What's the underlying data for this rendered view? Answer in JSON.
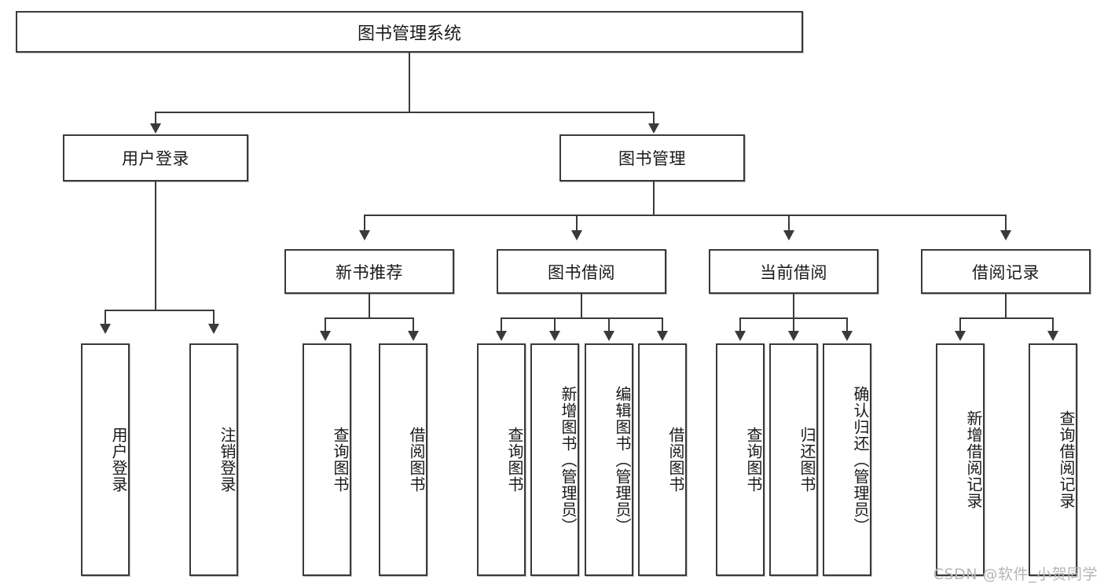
{
  "diagram": {
    "type": "tree-hierarchy-chart",
    "title": "图书管理系统",
    "watermark": "CSDN @软件_小贺同学",
    "colors": {
      "stroke": "#3a3a3a",
      "fill": "#ffffff",
      "text": "#1a1a1a",
      "watermark": "#b6b6b6"
    },
    "root": {
      "label": "图书管理系统"
    },
    "level2": [
      {
        "label": "用户登录"
      },
      {
        "label": "图书管理"
      }
    ],
    "level3": [
      {
        "label": "新书推荐"
      },
      {
        "label": "图书借阅"
      },
      {
        "label": "当前借阅"
      },
      {
        "label": "借阅记录"
      }
    ],
    "leaves": {
      "user_login": [
        {
          "label": "用户登录"
        },
        {
          "label": "注销登录"
        }
      ],
      "new_book_recommend": [
        {
          "label": "查询图书"
        },
        {
          "label": "借阅图书"
        }
      ],
      "book_borrow": [
        {
          "label": "查询图书"
        },
        {
          "label": "新增图书（管理员）"
        },
        {
          "label": "编辑图书（管理员）"
        },
        {
          "label": "借阅图书"
        }
      ],
      "current_borrow": [
        {
          "label": "查询图书"
        },
        {
          "label": "归还图书"
        },
        {
          "label": "确认归还（管理员）"
        }
      ],
      "borrow_record": [
        {
          "label": "新增借阅记录"
        },
        {
          "label": "查询借阅记录"
        }
      ]
    }
  }
}
